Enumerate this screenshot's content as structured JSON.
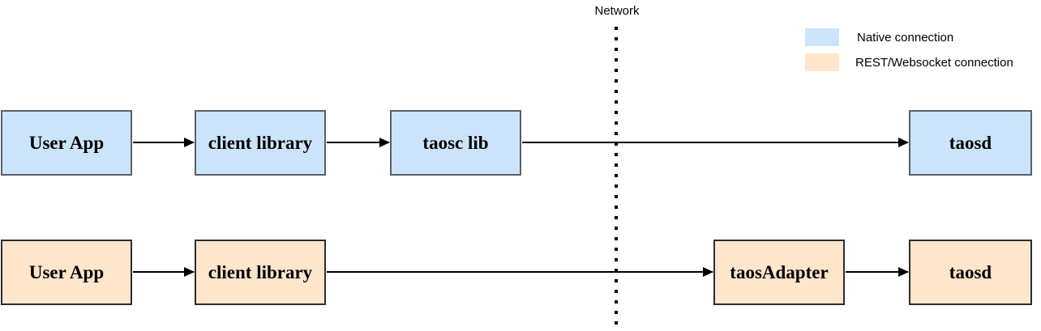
{
  "network": {
    "label": "Network"
  },
  "legend": {
    "native": {
      "label": "Native connection",
      "fill": "#cce4fb",
      "border": "#5b5f66"
    },
    "rest": {
      "label": "REST/Websocket connection",
      "fill": "#ffe6cc",
      "border": "#2d2d2d"
    }
  },
  "native_row": {
    "user_app": {
      "label": "User App"
    },
    "client_library": {
      "label": "client library"
    },
    "taosc_lib": {
      "label": "taosc lib"
    },
    "taosd": {
      "label": "taosd"
    }
  },
  "rest_row": {
    "user_app": {
      "label": "User App"
    },
    "client_library": {
      "label": "client library"
    },
    "taos_adapter": {
      "label": "taosAdapter"
    },
    "taosd": {
      "label": "taosd"
    }
  }
}
